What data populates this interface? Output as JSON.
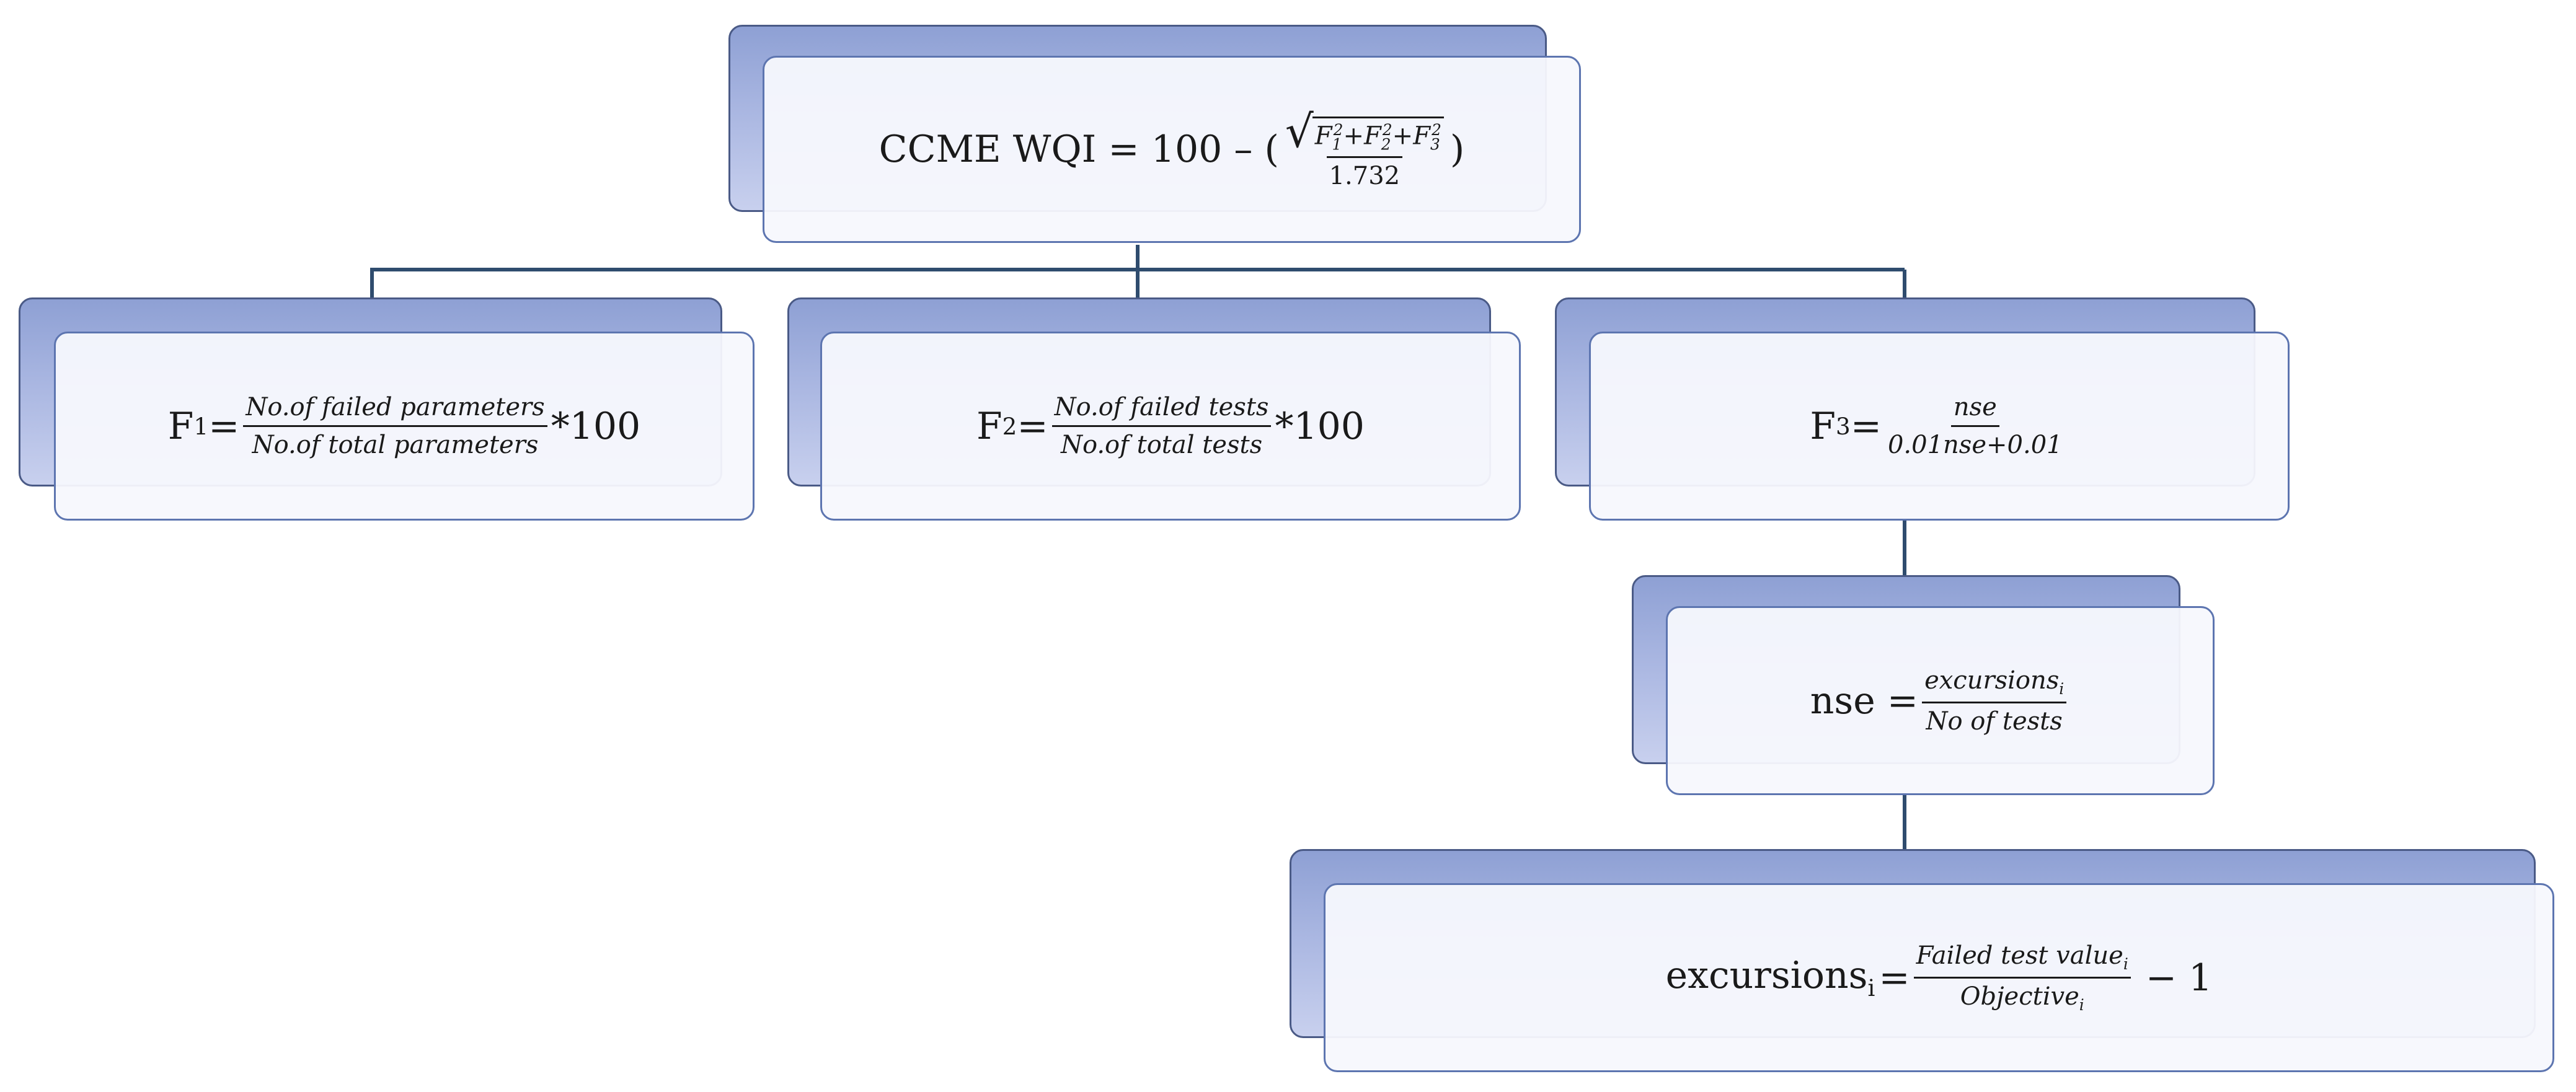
{
  "colors": {
    "back_fill": "#a9b6e1",
    "back_border": "#4a5a86",
    "front_border": "#5d75b0",
    "connector": "#2f4c6e"
  },
  "root": {
    "label": "CCME WQI = 100 – (",
    "radicand": [
      "F",
      "1",
      "2",
      "+F",
      "2",
      "2",
      "+F",
      "3",
      "2"
    ],
    "denominator": "1.732",
    "close": ")"
  },
  "f1": {
    "var": "F",
    "sub": "1",
    "eq": "=",
    "numerator": "No.of failed parameters",
    "denominator": "No.of total parameters",
    "tail": "*100"
  },
  "f2": {
    "var": "F",
    "sub": "2",
    "eq": "=",
    "numerator": "No.of failed tests",
    "denominator": "No.of total tests",
    "tail": "*100"
  },
  "f3": {
    "var": "F",
    "sub": "3",
    "eq": "=",
    "numerator": "nse",
    "denominator": "0.01nse+0.01"
  },
  "nse": {
    "label": "nse =",
    "numerator_base": "excursions",
    "numerator_sub": "i",
    "denominator": "No of tests"
  },
  "excursions": {
    "label_base": "excursions",
    "label_sub": "i",
    "eq": "=",
    "numerator_base": "Failed test value",
    "numerator_sub": "i",
    "denominator_base": "Objective",
    "denominator_sub": "i",
    "tail": "− 1"
  }
}
